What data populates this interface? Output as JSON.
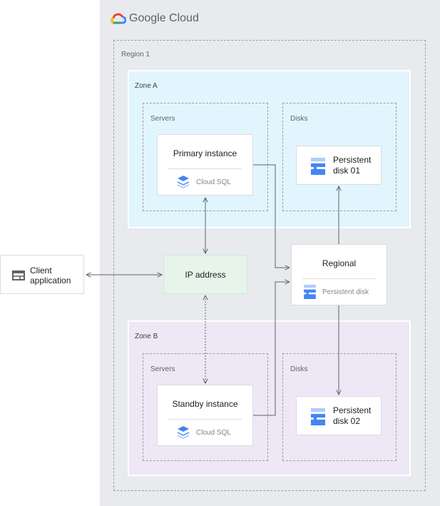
{
  "brand": {
    "logo_text": "Google Cloud"
  },
  "region": {
    "label": "Region 1"
  },
  "zone_a": {
    "label": "Zone A",
    "fill": "#e1f5fe",
    "servers": {
      "label": "Servers",
      "instance": {
        "title": "Primary instance",
        "service": "Cloud SQL"
      }
    },
    "disks": {
      "label": "Disks",
      "disk": {
        "line1": "Persistent",
        "line2": "disk 01"
      }
    }
  },
  "zone_b": {
    "label": "Zone B",
    "fill": "#ede7f6",
    "servers": {
      "label": "Servers",
      "instance": {
        "title": "Standby instance",
        "service": "Cloud SQL"
      }
    },
    "disks": {
      "label": "Disks",
      "disk": {
        "line1": "Persistent",
        "line2": "disk 02"
      }
    }
  },
  "ip": {
    "label": "IP address",
    "fill": "#e6f4ea"
  },
  "regional": {
    "title": "Regional",
    "service": "Persistent disk"
  },
  "client": {
    "line1": "Client",
    "line2": "application"
  },
  "icons": {
    "sql": "cloud-sql-icon",
    "disk": "persistent-disk-icon",
    "client": "browser-window-icon"
  }
}
